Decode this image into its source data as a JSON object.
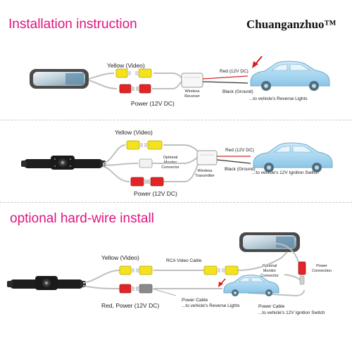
{
  "header": {
    "title": "Installation instruction",
    "brand": "Chuanganzhuo™"
  },
  "wireless_mirror": {
    "yellow_label": "Yellow (Video)",
    "power_label": "Power (12V DC)",
    "receiver_label": "Wireless Receiver",
    "red_label": "Red (12V DC)",
    "black_label": "Black (Ground)",
    "reverse_label": "...to vehicle's Reverse Lights"
  },
  "wireless_camera": {
    "yellow_label": "Yellow (Video)",
    "optional_connector_label": "Optional Monitor Connector",
    "power_label": "Power (12V DC)",
    "transmitter_label": "Wireless Transmitter",
    "red_label": "Red (12V DC)",
    "black_label": "Black (Ground)",
    "ignition_label": "...to vehicle's 12V Ignition Switch"
  },
  "hardwire": {
    "title": "optional hard-wire install",
    "yellow_label": "Yellow (Video)",
    "rca_label": "RCA Video Cable",
    "red_power_label": "Red, Power (12V DC)",
    "optional_connector_label": "Optional Monitor Connector",
    "power_connection_label": "Power Connection",
    "power_cable_reverse_label": "Power Cable",
    "reverse_label": "...to vehicle's Reverse Lights",
    "power_cable_ignition_label": "Power Cable",
    "ignition_label": "...to vehicle's 12V Ignition Switch"
  },
  "colors": {
    "accent": "#e0137f",
    "yellow_plug": "#f4e21c",
    "red_plug": "#e32426",
    "car_body": "#a9d8f2",
    "arrow": "#d81e1e"
  }
}
